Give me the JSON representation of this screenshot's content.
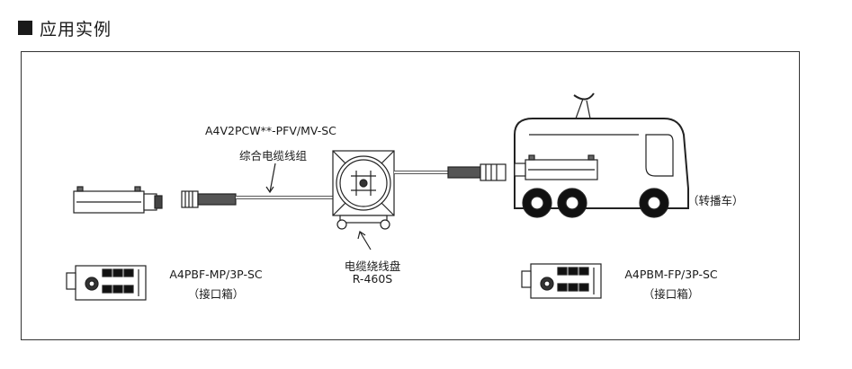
{
  "header": {
    "title": "应用实例"
  },
  "labels": {
    "cable_model": "A4V2PCW**-PFV/MV-SC",
    "cable_set": "综合电缆线组",
    "reel_name": "电缆绕线盘",
    "reel_model": "R-460S",
    "truck": "（转播车）",
    "box_left_model": "A4PBF-MP/3P-SC",
    "box_left_type": "（接口箱）",
    "box_right_model": "A4PBM-FP/3P-SC",
    "box_right_type": "（接口箱）"
  }
}
